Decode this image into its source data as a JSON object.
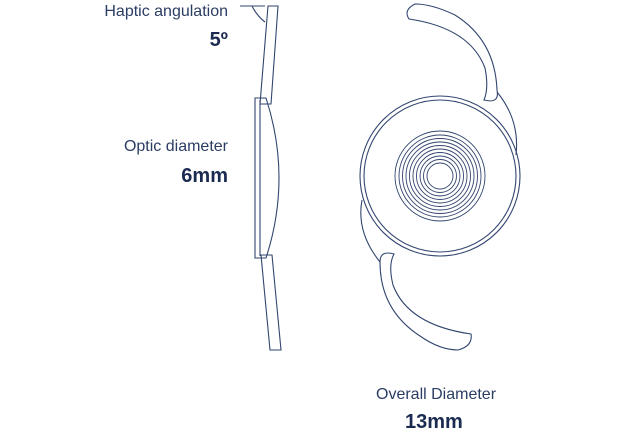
{
  "haptic": {
    "label": "Haptic angulation",
    "value": "5º"
  },
  "optic": {
    "label": "Optic diameter",
    "value": "6mm"
  },
  "overall": {
    "label": "Overall Diameter",
    "value": "13mm"
  },
  "colors": {
    "line": "#32466f",
    "text": "#1e2f55"
  }
}
